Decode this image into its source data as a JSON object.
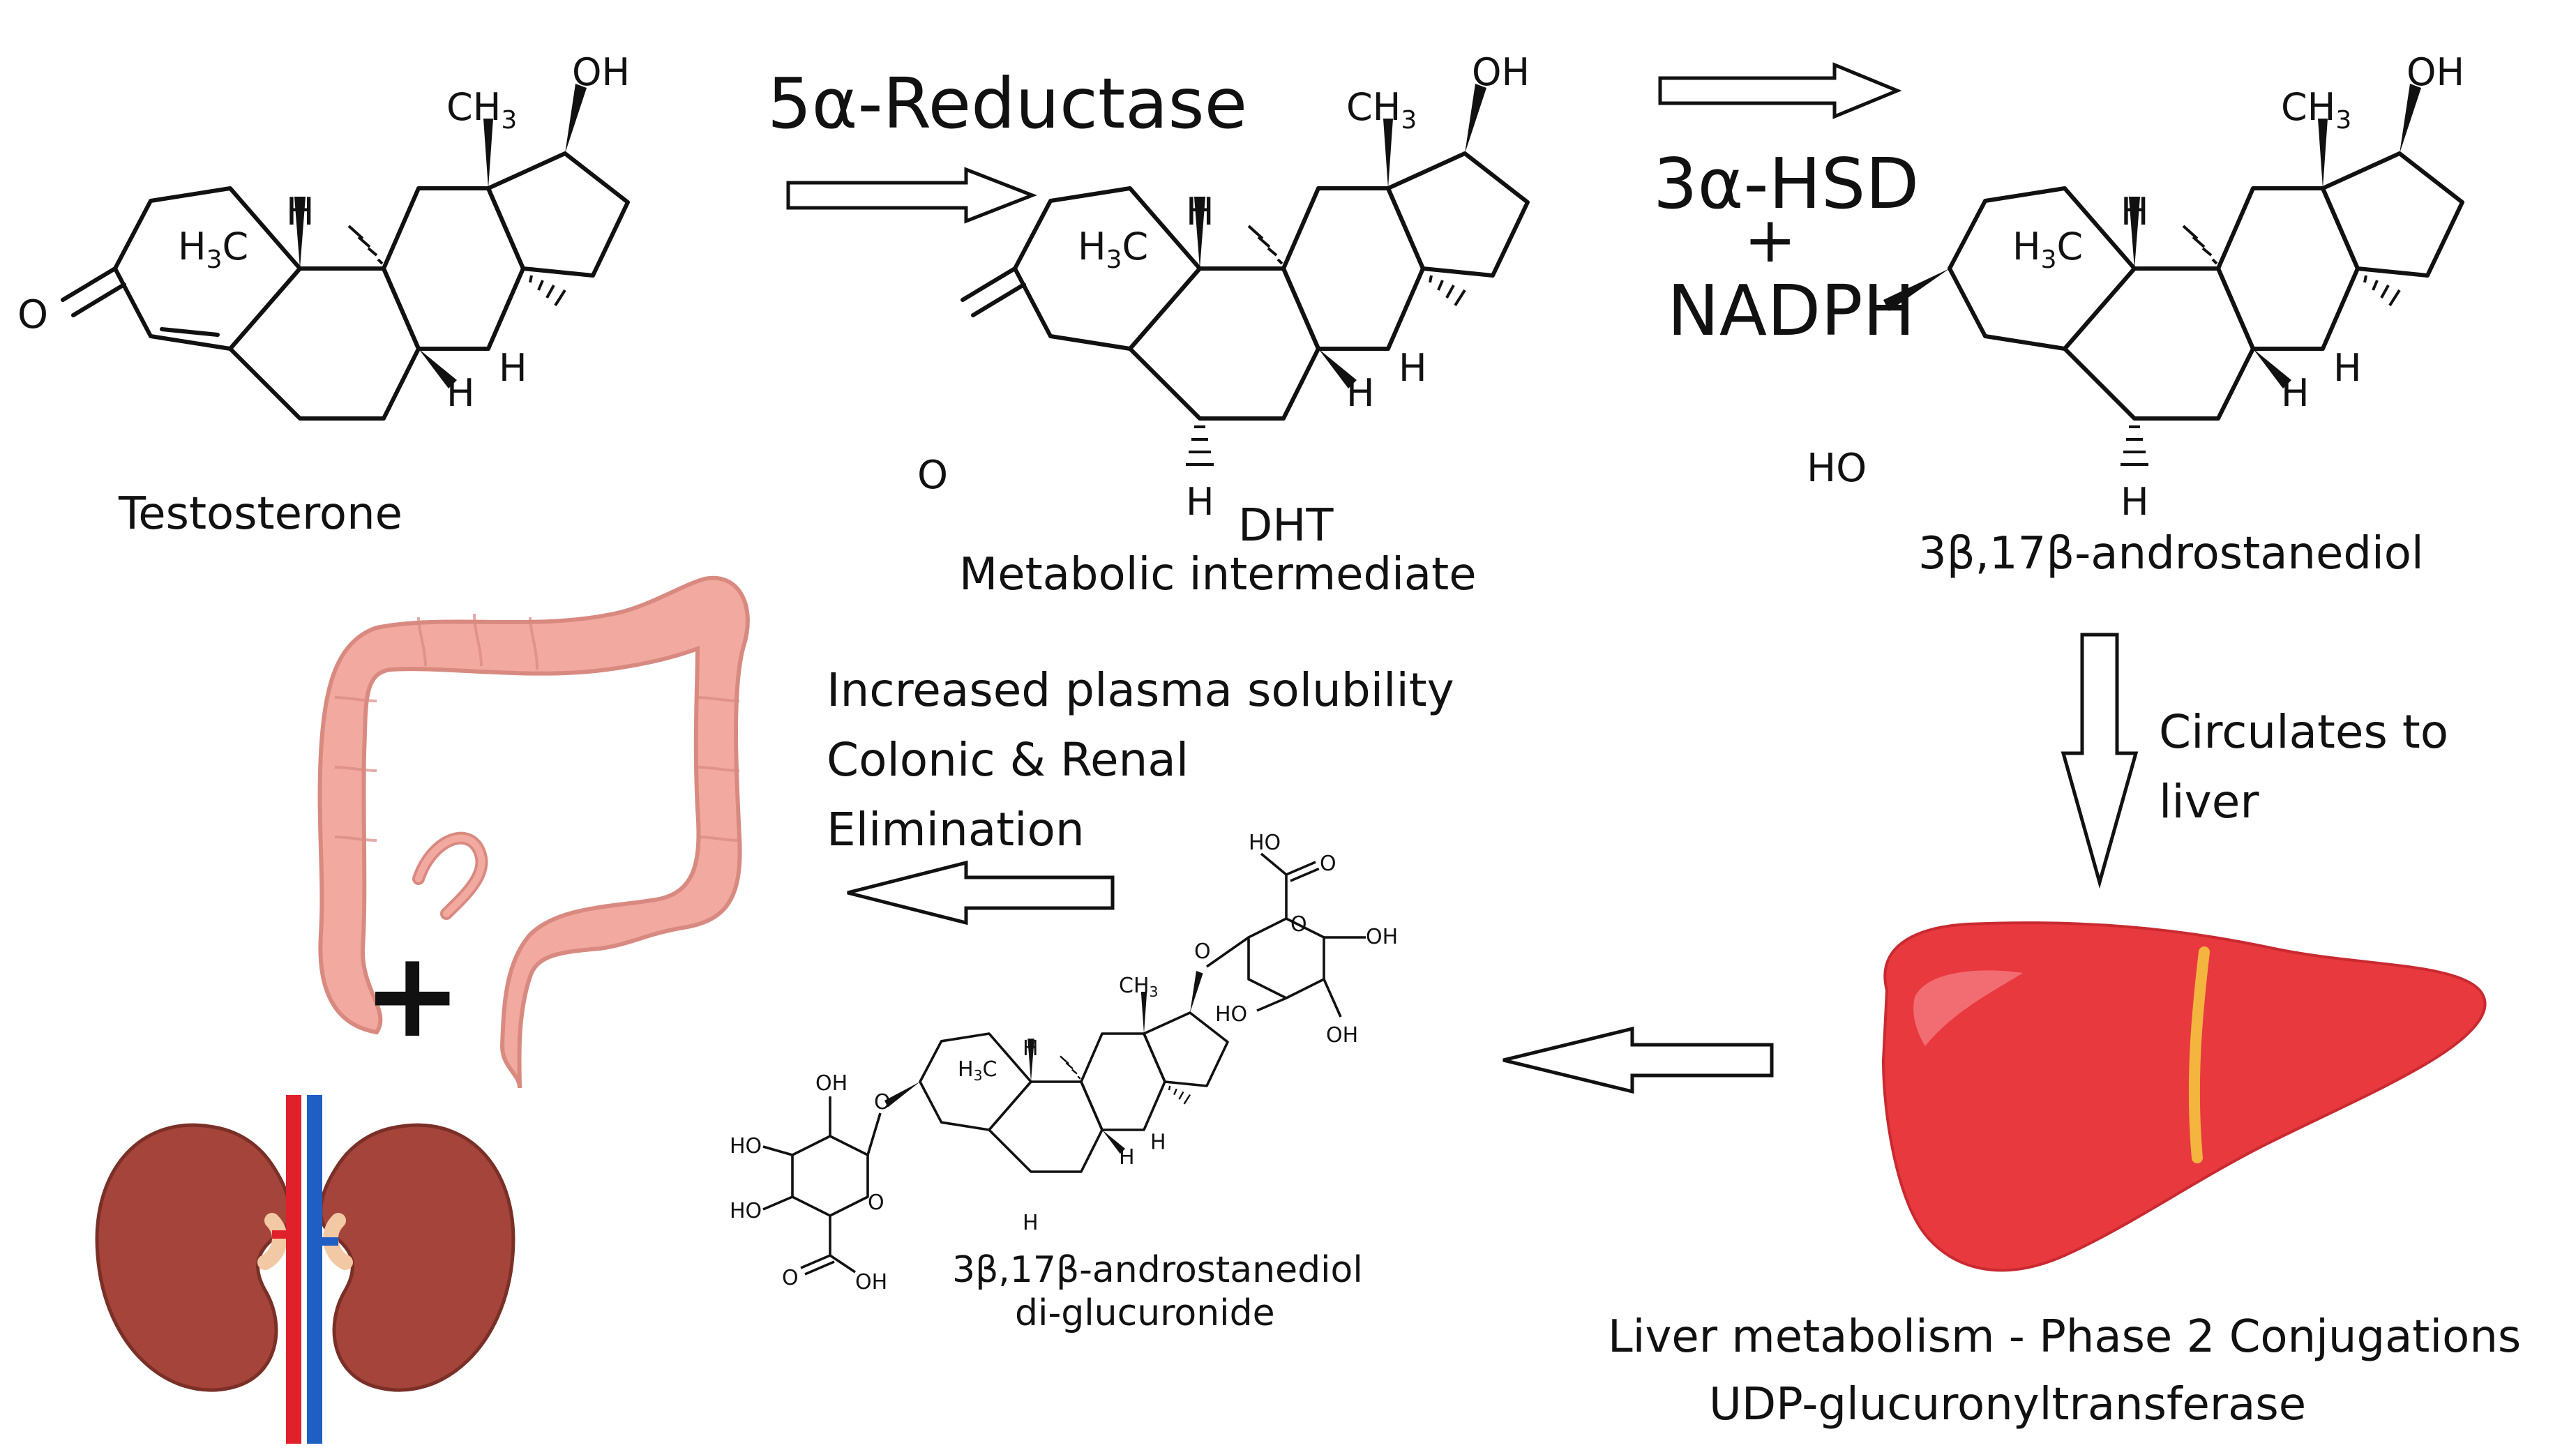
{
  "compounds": {
    "testosterone": "Testosterone",
    "dht": "DHT",
    "dht_sub": "Metabolic intermediate",
    "diol": "3β,17β-androstanediol",
    "glucuronide_1": "3β,17β-androstanediol",
    "glucuronide_2": "di-glucuronide"
  },
  "steps": {
    "reductase": "5α-Reductase",
    "hsd": "3α-HSD",
    "plus": "+",
    "nadph": "NADPH",
    "circulates_1": "Circulates to",
    "circulates_2": "liver",
    "liver_1": "Liver metabolism - Phase 2 Conjugations",
    "liver_2": "UDP-glucuronyltransferase",
    "elim_1": "Increased plasma solubility",
    "elim_2": "Colonic & Renal",
    "elim_3": "Elimination",
    "organ_plus": "+"
  },
  "atoms": {
    "oh": "OH",
    "ho": "HO",
    "o": "O",
    "h": "H",
    "ch3": "CH",
    "h3c_h": "H",
    "h3c_c": "C",
    "sub3": "3"
  },
  "colors": {
    "ink": "#111111",
    "colon": "#f2a9a0",
    "colon_shade": "#d98a80",
    "liver": "#e8393f",
    "liver_band": "#f4b53f",
    "kidney": "#a5443a",
    "artery": "#e0202a",
    "vein": "#1f5fc4"
  }
}
